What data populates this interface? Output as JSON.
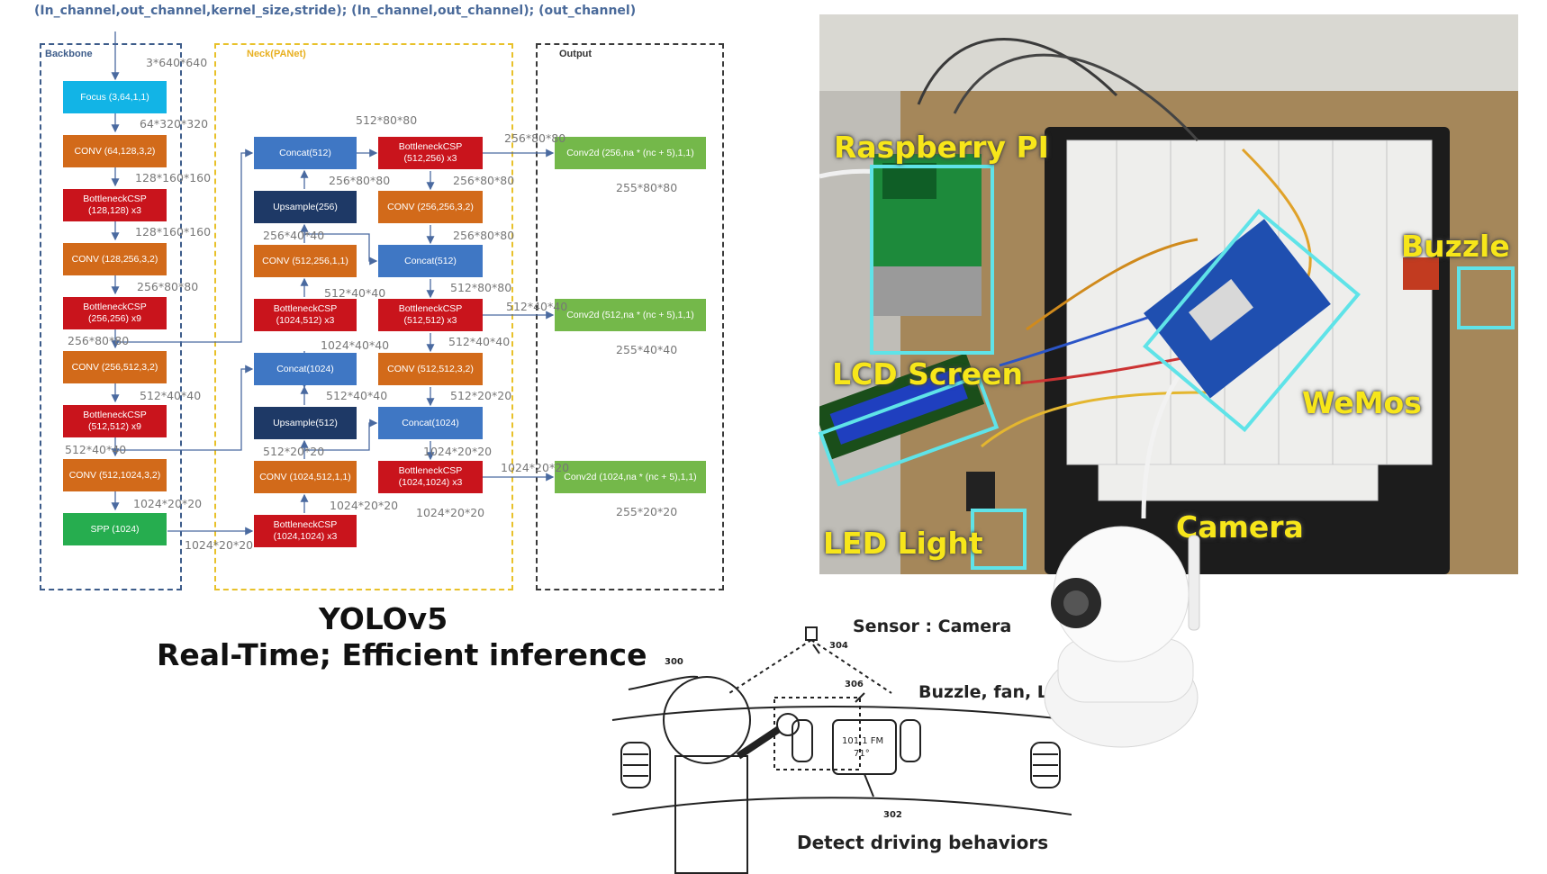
{
  "yolo": {
    "legend": "(In_channel,out_channel,kernel_size,stride); (In_channel,out_channel); (out_channel)",
    "sections": {
      "backbone": "Backbone",
      "neck": "Neck(PANet)",
      "output": "Output"
    },
    "blocks": {
      "focus": "Focus (3,64,1,1)",
      "conv1": "CONV (64,128,3,2)",
      "bcsp1": "BottleneckCSP\n(128,128) x3",
      "conv2": "CONV (128,256,3,2)",
      "bcsp2": "BottleneckCSP\n(256,256) x9",
      "conv3": "CONV (256,512,3,2)",
      "bcsp3": "BottleneckCSP\n(512,512) x9",
      "conv4": "CONV (512,1024,3,2)",
      "spp": "SPP (1024)",
      "concat512a": "Concat(512)",
      "bcsp_n1": "BottleneckCSP\n(512,256) x3",
      "upsample256": "Upsample(256)",
      "conv_n1": "CONV (256,256,3,2)",
      "conv_n2": "CONV (512,256,1,1)",
      "concat512b": "Concat(512)",
      "bcsp_n2": "BottleneckCSP\n(1024,512) x3",
      "bcsp_n3": "BottleneckCSP\n(512,512) x3",
      "concat1024a": "Concat(1024)",
      "conv_n3": "CONV (512,512,3,2)",
      "upsample512": "Upsample(512)",
      "concat1024b": "Concat(1024)",
      "conv_n4": "CONV (1024,512,1,1)",
      "bcsp_n4": "BottleneckCSP\n(1024,1024) x3",
      "bcsp_n5": "BottleneckCSP\n(1024,1024) x3",
      "out1": "Conv2d (256,na * (nc + 5),1,1)",
      "out2": "Conv2d (512,na * (nc + 5),1,1)",
      "out3": "Conv2d (1024,na * (nc + 5),1,1)"
    },
    "dims": {
      "d0": "3*640*640",
      "d1": "64*320*320",
      "d2": "128*160*160",
      "d3": "128*160*160",
      "d4": "256*80*80",
      "d5": "256*80*80",
      "d6": "512*40*40",
      "d7": "512*40*40",
      "d8": "1024*20*20",
      "d9": "1024*20*20",
      "n1": "512*80*80",
      "n2": "256*80*80",
      "n3": "256*80*80",
      "n4": "256*40*40",
      "n5": "256*80*80",
      "n6": "512*40*40",
      "n7": "512*80*80",
      "n8": "1024*40*40",
      "n9": "512*40*40",
      "n10": "512*40*40",
      "n11": "512*20*20",
      "n12": "512*20*20",
      "n13": "1024*20*20",
      "n14": "1024*20*20",
      "n15": "1024*20*20",
      "o1": "256*80*80",
      "o2": "512*40*40",
      "o3": "1024*20*20",
      "r1": "255*80*80",
      "r2": "255*40*40",
      "r3": "255*20*20"
    },
    "caption_line1": "YOLOv5",
    "caption_line2": "Real-Time; Efficient inference"
  },
  "hardware": {
    "labels": {
      "raspberry": "Raspberry PI",
      "lcd": "LCD Screen",
      "buzzle": "Buzzle",
      "wemos": "WeMos",
      "led": "LED Light",
      "camera": "Camera"
    },
    "colors": {
      "label": "#f7e61a",
      "highlight": "#5fe3e8"
    }
  },
  "sketch": {
    "sensor": "Sensor :  Camera",
    "outputs": "Buzzle, fan, LC",
    "detect": "Detect driving behaviors",
    "radio": "101.1 FM",
    "temp": "71°",
    "refs": {
      "r300": "300",
      "r302": "302",
      "r304": "304",
      "r306": "306"
    }
  }
}
